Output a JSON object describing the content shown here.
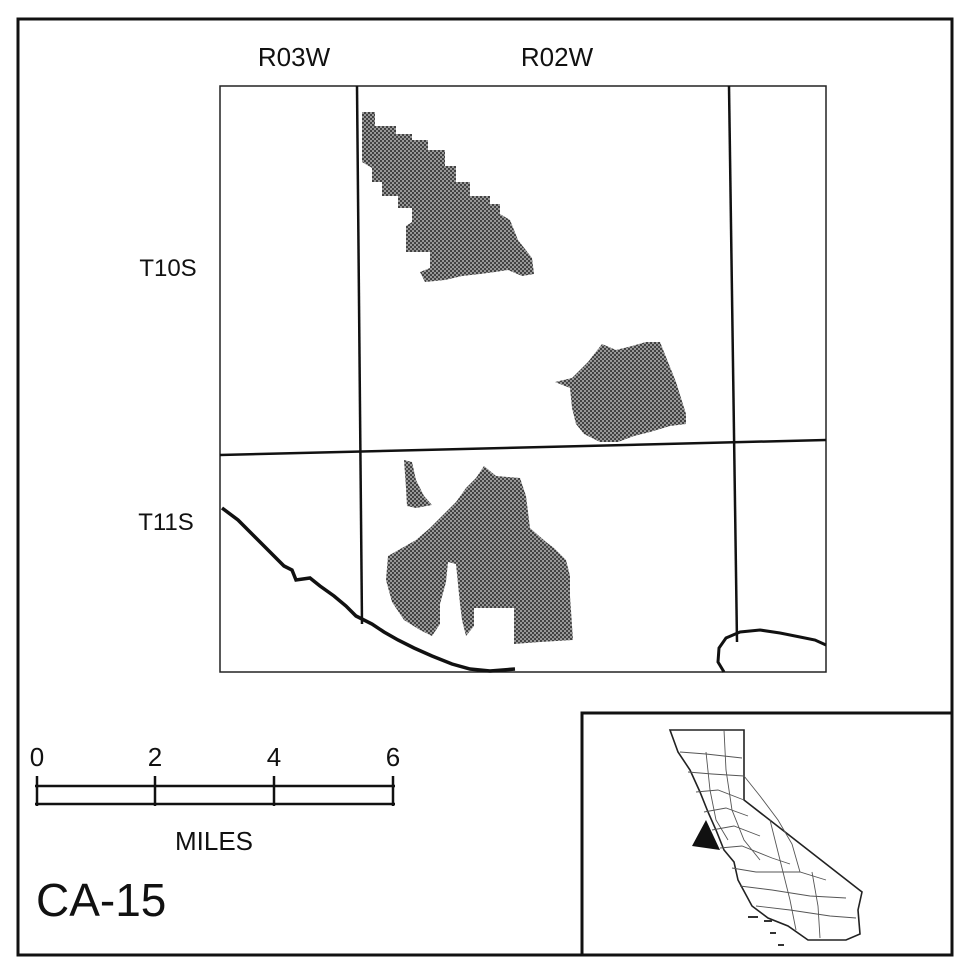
{
  "map": {
    "ranges": [
      "R03W",
      "R02W"
    ],
    "townships": [
      "T10S",
      "T11S"
    ],
    "scale_bar": {
      "ticks": [
        "0",
        "2",
        "4",
        "6"
      ],
      "units": "MILES"
    },
    "map_id": "CA-15",
    "colors": {
      "ink": "#111111",
      "parcel_fill": "#777777",
      "background": "#ffffff"
    },
    "icons": {
      "locator_arrow": "triangle-pointer",
      "locator_state": "california-outline"
    }
  }
}
